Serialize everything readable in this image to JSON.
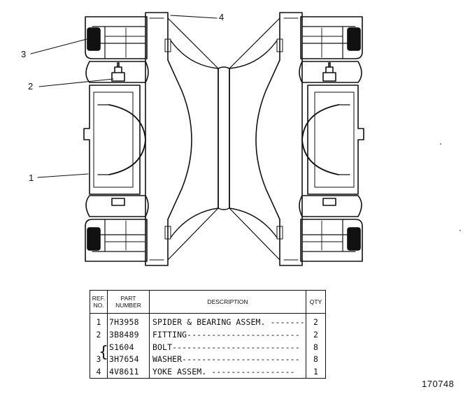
{
  "figure_number": "170748",
  "callouts": [
    {
      "ref": "3"
    },
    {
      "ref": "2"
    },
    {
      "ref": "1"
    },
    {
      "ref": "4"
    }
  ],
  "table": {
    "headers": {
      "ref": "REF. NO.",
      "part": "PART NUMBER",
      "description": "DESCRIPTION",
      "qty": "QTY"
    },
    "rows": [
      {
        "ref": "1",
        "part": "7H3958",
        "description": "SPIDER & BEARING ASSEM.",
        "qty": "2"
      },
      {
        "ref": "2",
        "part": "3B8489",
        "description": "FITTING",
        "qty": "2"
      },
      {
        "ref": "",
        "part": "S1604",
        "description": "BOLT",
        "qty": "8"
      },
      {
        "ref": "3",
        "part": "3H7654",
        "description": "WASHER",
        "qty": "8"
      },
      {
        "ref": "4",
        "part": "4V8611",
        "description": "YOKE ASSEM.",
        "qty": "1"
      }
    ]
  }
}
